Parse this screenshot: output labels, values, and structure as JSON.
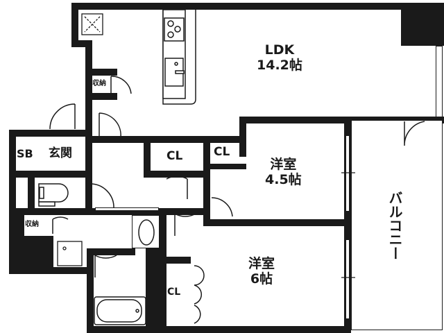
{
  "floor_plan": {
    "rooms": {
      "ldk": {
        "name": "LDK",
        "size": "14.2帖"
      },
      "bedroom_45": {
        "name": "洋室",
        "size": "4.5帖"
      },
      "bedroom_6": {
        "name": "洋室",
        "size": "6帖"
      },
      "balcony": {
        "name": "バルコニー"
      },
      "entrance": {
        "name": "玄関"
      },
      "shoe_box": {
        "name": "SB"
      },
      "storage_ldk": {
        "name": "収納"
      },
      "storage_wash": {
        "name": "収納"
      },
      "closet_hall": {
        "name": "CL"
      },
      "closet_45": {
        "name": "CL"
      },
      "closet_6": {
        "name": "CL"
      }
    },
    "colors": {
      "wall": "#1a1a1a",
      "background": "#ffffff"
    }
  }
}
